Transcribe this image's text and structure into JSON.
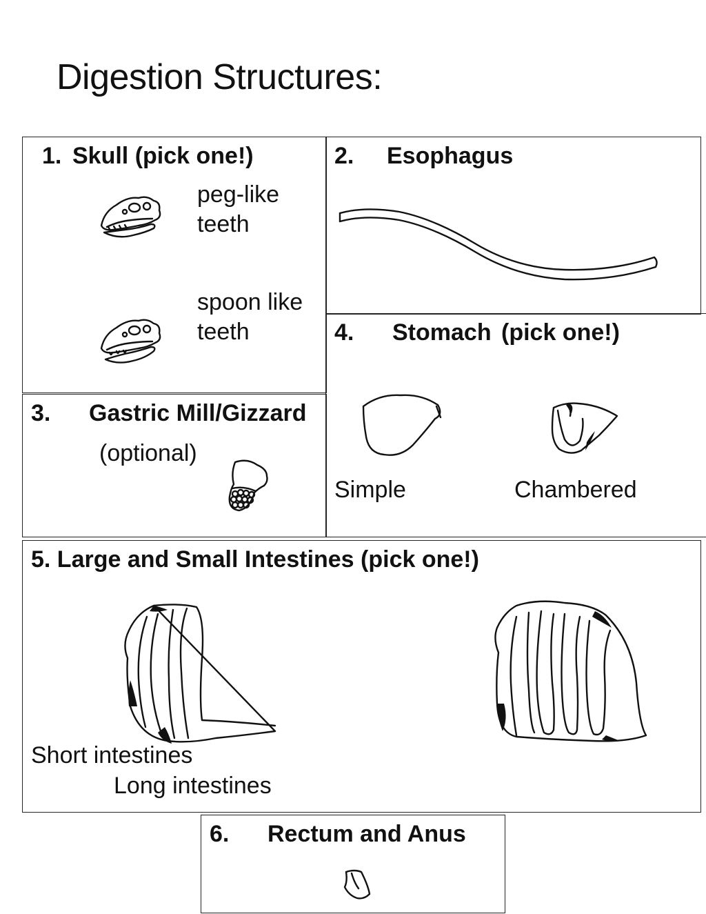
{
  "page_title": "Digestion Structures:",
  "sections": {
    "skull": {
      "number": "1.",
      "title": "Skull (pick one!)",
      "option_a_label_line1": "peg-like",
      "option_a_label_line2": "teeth",
      "option_b_label_line1": "spoon like",
      "option_b_label_line2": "teeth"
    },
    "esophagus": {
      "number": "2.",
      "title": "Esophagus"
    },
    "gizzard": {
      "number": "3.",
      "title": "Gastric Mill/Gizzard",
      "note": "(optional)"
    },
    "stomach": {
      "number": "4.",
      "title": "Stomach",
      "title_note": "(pick one!)",
      "option_a_label": "Simple",
      "option_b_label": "Chambered"
    },
    "intestines": {
      "title": "5. Large and Small Intestines (pick one!)",
      "option_a_label": "Short intestines",
      "option_b_label": "Long intestines"
    },
    "rectum": {
      "number": "6.",
      "title": "Rectum and Anus"
    }
  },
  "icons": {
    "skull_peg": "dinosaur-skull-icon",
    "skull_spoon": "dinosaur-skull-icon",
    "esophagus": "esophagus-tube-icon",
    "gizzard": "gizzard-icon",
    "stomach_simple": "simple-stomach-icon",
    "stomach_chambered": "chambered-stomach-icon",
    "intestines_short": "short-intestine-icon",
    "intestines_long": "long-intestine-icon",
    "rectum": "rectum-icon"
  }
}
